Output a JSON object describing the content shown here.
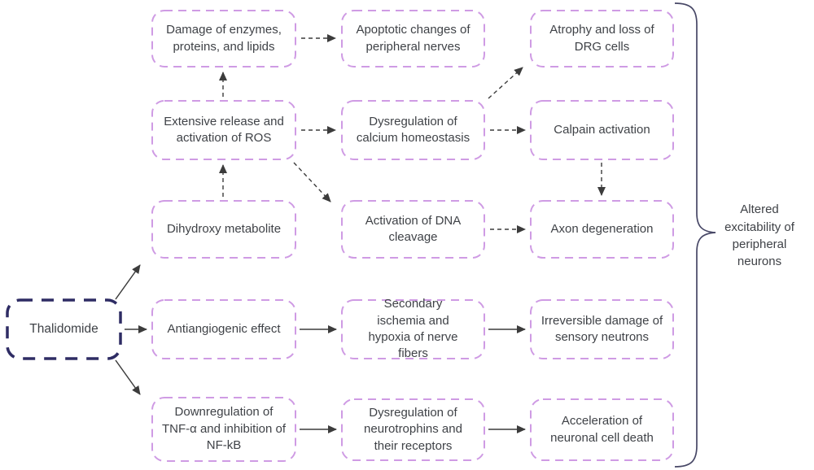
{
  "diagram": {
    "nodes": {
      "thalidomide": {
        "label": "Thalidomide"
      },
      "damage_enzymes": {
        "label": "Damage of enzymes, proteins, and lipids"
      },
      "ros": {
        "label": "Extensive release and activation of ROS"
      },
      "dihydroxy": {
        "label": "Dihydroxy metabolite"
      },
      "antiangiogenic": {
        "label": "Antiangiogenic effect"
      },
      "downregulation": {
        "label": "Downregulation of TNF-α and inhibition of NF-kB"
      },
      "apoptotic": {
        "label": "Apoptotic changes of peripheral nerves"
      },
      "calcium": {
        "label": "Dysregulation of calcium homeostasis"
      },
      "dna_cleavage": {
        "label": "Activation of DNA cleavage"
      },
      "ischemia": {
        "label": "Secondary ischemia and hypoxia of nerve fibers"
      },
      "neurotrophins": {
        "label": "Dysregulation of neurotrophins and their receptors"
      },
      "atrophy": {
        "label": "Atrophy and loss of DRG cells"
      },
      "calpain": {
        "label": "Calpain activation"
      },
      "axon": {
        "label": "Axon degeneration"
      },
      "sensory": {
        "label": "Irreversible damage of sensory neutrons"
      },
      "cell_death": {
        "label": "Acceleration of neuronal cell death"
      }
    },
    "outcome": {
      "label": "Altered excitability of peripheral neurons"
    },
    "edges": [
      {
        "from": "thalidomide",
        "to": "dihydroxy",
        "style": "solid"
      },
      {
        "from": "thalidomide",
        "to": "antiangiogenic",
        "style": "solid"
      },
      {
        "from": "thalidomide",
        "to": "downregulation",
        "style": "solid"
      },
      {
        "from": "dihydroxy",
        "to": "ros",
        "style": "dashed"
      },
      {
        "from": "ros",
        "to": "damage_enzymes",
        "style": "dashed"
      },
      {
        "from": "damage_enzymes",
        "to": "apoptotic",
        "style": "dashed"
      },
      {
        "from": "ros",
        "to": "calcium",
        "style": "dashed"
      },
      {
        "from": "ros",
        "to": "dna_cleavage",
        "style": "dashed"
      },
      {
        "from": "calcium",
        "to": "atrophy",
        "style": "dashed"
      },
      {
        "from": "calcium",
        "to": "calpain",
        "style": "dashed"
      },
      {
        "from": "calpain",
        "to": "axon",
        "style": "dashed"
      },
      {
        "from": "dna_cleavage",
        "to": "axon",
        "style": "dashed"
      },
      {
        "from": "antiangiogenic",
        "to": "ischemia",
        "style": "solid"
      },
      {
        "from": "ischemia",
        "to": "sensory",
        "style": "solid"
      },
      {
        "from": "downregulation",
        "to": "neurotrophins",
        "style": "solid"
      },
      {
        "from": "neurotrophins",
        "to": "cell_death",
        "style": "solid"
      }
    ],
    "colors": {
      "box_border": "#cf9be4",
      "root_border": "#2e2c64",
      "arrow": "#3c3c3c",
      "text": "#3f4247",
      "brace": "#474766"
    }
  }
}
